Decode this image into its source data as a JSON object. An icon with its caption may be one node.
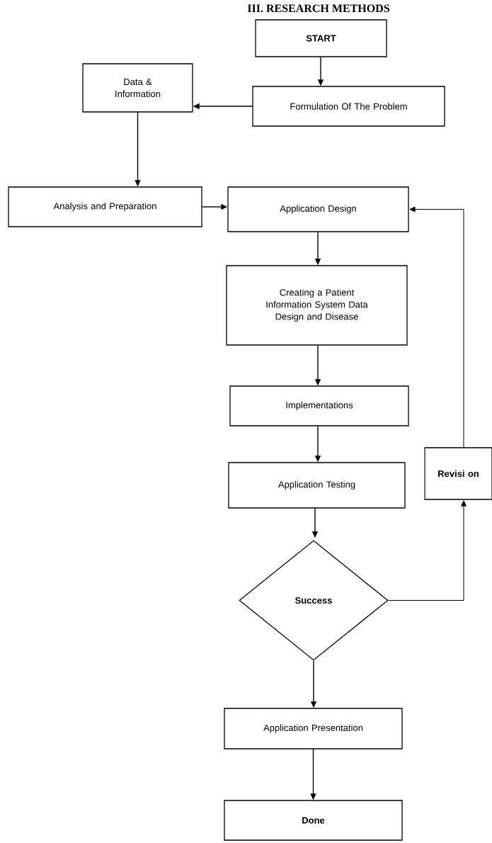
{
  "diagram": {
    "title": "III. RESEARCH METHODS",
    "nodes": [
      {
        "text": [
          "START"
        ]
      },
      {
        "text": [
          "Formulation Of The Problem"
        ]
      },
      {
        "text": [
          "Data & Information"
        ]
      },
      {
        "text": [
          "Analysis and Preparation"
        ]
      },
      {
        "text": [
          "Application Design"
        ]
      },
      {
        "text": [
          "Creating a Patient Information System Data Design and Disease"
        ]
      },
      {
        "text": [
          "Implementations"
        ]
      },
      {
        "text": [
          "Application Testing"
        ]
      },
      {
        "text": [
          "Success"
        ]
      },
      {
        "text": [
          "Revisi on"
        ]
      },
      {
        "text": [
          "Application Presentation"
        ]
      },
      {
        "text": [
          "Done"
        ]
      }
    ],
    "edges": [
      {
        "from": 0,
        "to": 1,
        "arrow": "to"
      },
      {
        "from": 1,
        "to": 2,
        "arrow": "to"
      },
      {
        "from": 2,
        "to": 3,
        "arrow": "to"
      },
      {
        "from": 3,
        "to": 4,
        "arrow": "to"
      },
      {
        "from": 4,
        "to": 5,
        "arrow": "to"
      },
      {
        "from": 5,
        "to": 6,
        "arrow": "to"
      },
      {
        "from": 6,
        "to": 7,
        "arrow": "to"
      },
      {
        "from": 7,
        "to": 8,
        "arrow": "to"
      },
      {
        "from": 8,
        "to": 9,
        "arrow": "to"
      },
      {
        "from": 9,
        "to": 4,
        "arrow": "to"
      },
      {
        "from": 8,
        "to": 10,
        "arrow": "to"
      },
      {
        "from": 10,
        "to": 11,
        "arrow": "to"
      }
    ]
  }
}
